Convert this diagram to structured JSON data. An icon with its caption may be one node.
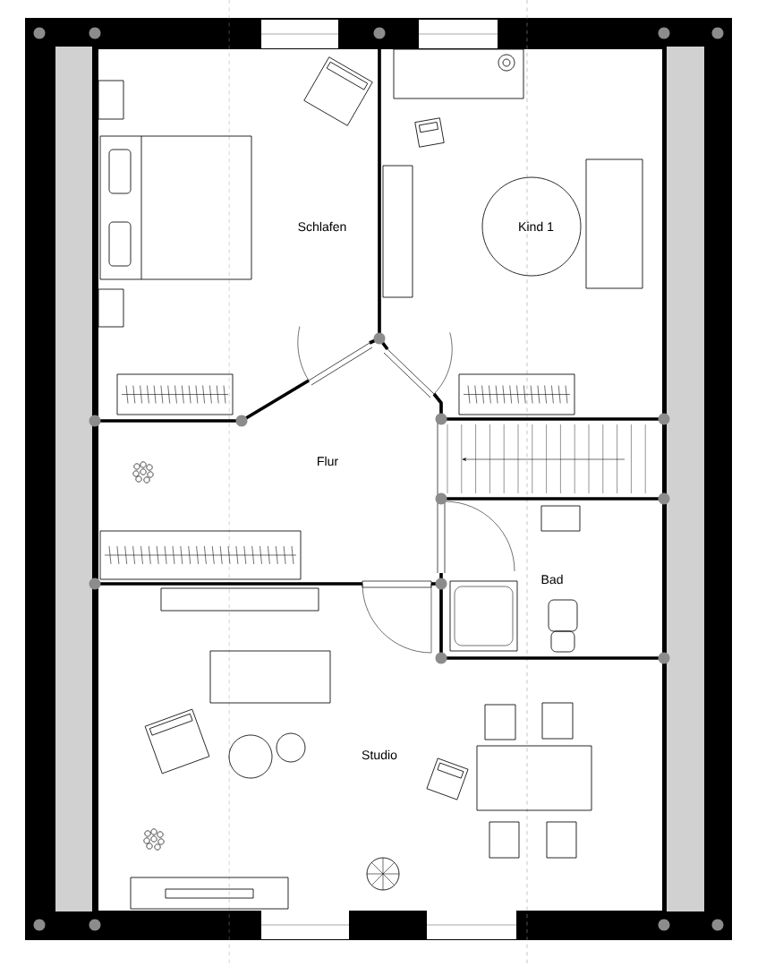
{
  "diagram": {
    "labels": [
      "Schlafen",
      "Kind 1",
      "Flur",
      "Bad",
      "Studio"
    ]
  }
}
